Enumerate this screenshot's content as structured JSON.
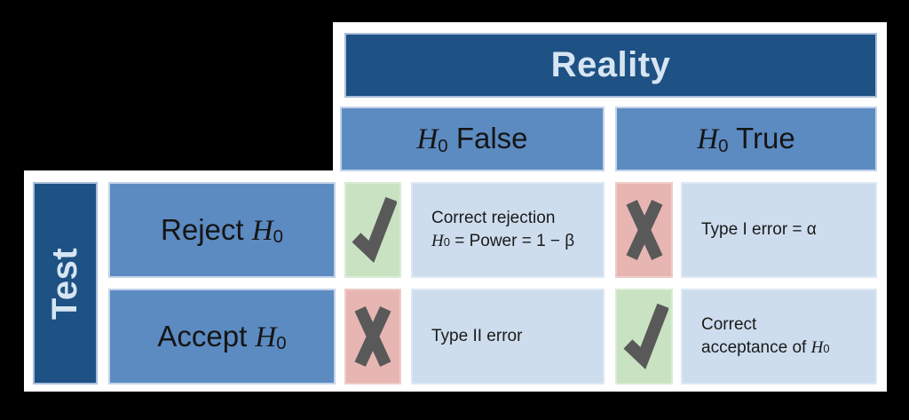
{
  "diagram": {
    "title_axis_top": "Reality",
    "title_axis_left": "Test",
    "columns": {
      "false": {
        "h": "H",
        "sub": "0",
        "rest": " False"
      },
      "true": {
        "h": "H",
        "sub": "0",
        "rest": " True"
      }
    },
    "rows": {
      "reject": {
        "prefix": "Reject ",
        "h": "H",
        "sub": "0"
      },
      "accept": {
        "prefix": "Accept ",
        "h": "H",
        "sub": "0"
      }
    },
    "cells": {
      "reject_false": {
        "mark": "check-icon",
        "line1": "Correct rejection",
        "line2_h": "H",
        "line2_sub": "0",
        "line2_rest": " = Power = 1 − β"
      },
      "reject_true": {
        "mark": "x-icon",
        "line1": "Type I error = α"
      },
      "accept_false": {
        "mark": "x-icon",
        "line1": "Type II error"
      },
      "accept_true": {
        "mark": "check-icon",
        "line1": "Correct",
        "line2_prefix": "acceptance of ",
        "line2_h": "H",
        "line2_sub": "0"
      }
    },
    "colors": {
      "background": "#000000",
      "panel": "#ffffff",
      "dark_blue": "#1e5184",
      "medium_blue": "#5c8bc2",
      "pale_blue": "#cdddee",
      "green": "#c9e2c2",
      "pink": "#e7b6b2",
      "mark_gray": "#595959",
      "header_text": "#d7e5f2"
    }
  }
}
